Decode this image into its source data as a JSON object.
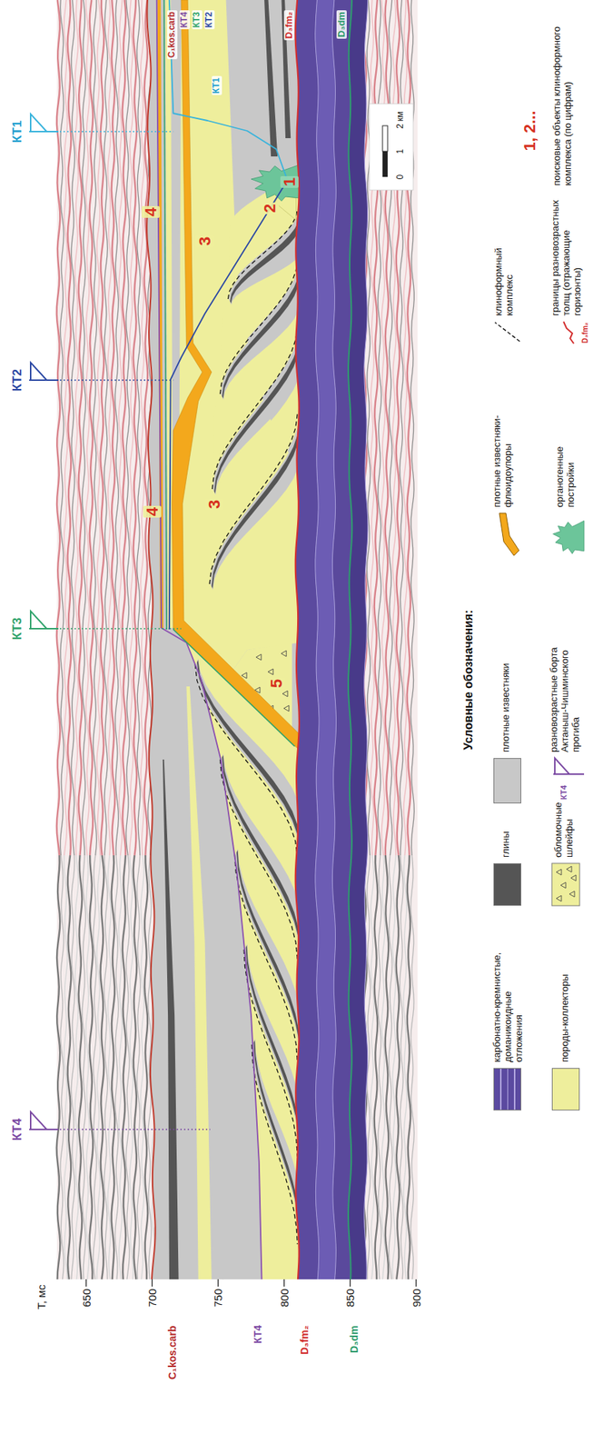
{
  "diagram": {
    "labels": [
      "КТ4",
      "КТ3",
      "КТ2",
      "КТ1",
      "C₁kos.carb",
      "КТ4",
      "КТ3",
      "КТ2",
      "КТ1",
      "D₃fm₂",
      "D₃dm",
      "0",
      "1",
      "2 км",
      "4",
      "3",
      "2",
      "1",
      "4",
      "3",
      "5",
      "Т, мс",
      "650",
      "700",
      "750",
      "800",
      "850",
      "900",
      "C₁kos.carb",
      "КТ4",
      "D₃fm₂",
      "D₃dm",
      "Условные обозначения:",
      "КТ4",
      "D₃fm₂",
      "1, 2..."
    ],
    "legend": [
      {
        "text": "карбонатно-кремнистые, доманикоидные отложения",
        "color": "#5b4aa0"
      },
      {
        "text": "породы-коллекторы",
        "color": "#eeee9c"
      },
      {
        "text": "глины",
        "color": "#555555"
      },
      {
        "text": "обломочные шлейфы"
      },
      {
        "text": "плотные известняки",
        "color": "#c8c8c8"
      },
      {
        "text": "разновозрастные борта Актаныш-Чишминского прогиба"
      },
      {
        "text": "плотные известняки-флюидоупоры"
      },
      {
        "text": "органогенные постройки"
      },
      {
        "text": "клиноформный комплекс"
      },
      {
        "text": "границы разновозрастных толщ (отражающие горизонты)"
      },
      {
        "text": "поисковые объекты клиноформного комплекса (по цифрам)"
      }
    ]
  }
}
